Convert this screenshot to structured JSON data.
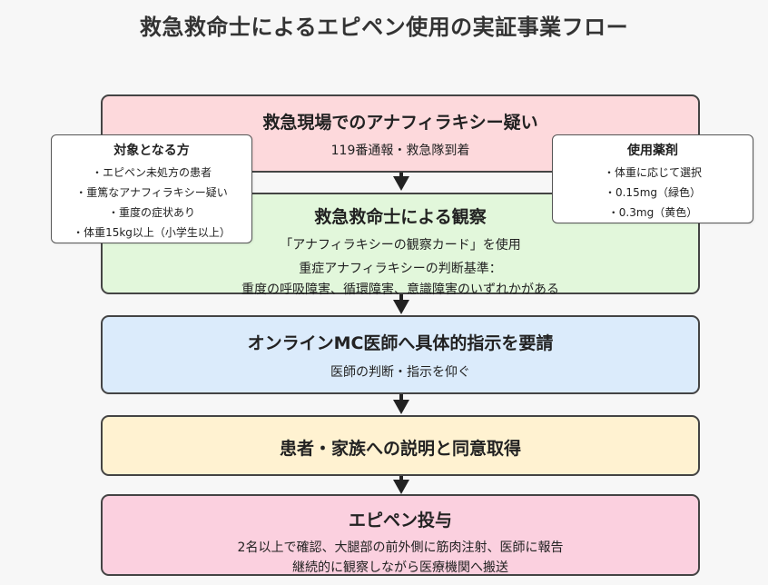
{
  "title": "救急救命士によるエピペン使用の実証事業フロー",
  "steps": [
    {
      "title": "救急現場でのアナフィラキシー疑い",
      "lines": [
        "119番通報・救急隊到着"
      ]
    },
    {
      "title": "救急救命士による観察",
      "lines": [
        "「アナフィラキシーの観察カード」を使用",
        "重症アナフィラキシーの判断基準：",
        "重度の呼吸障害、循環障害、意識障害のいずれかがある"
      ]
    },
    {
      "title": "オンラインMC医師へ具体的指示を要請",
      "lines": [
        "医師の判断・指示を仰ぐ"
      ]
    },
    {
      "title": "患者・家族への説明と同意取得",
      "lines": []
    },
    {
      "title": "エピペン投与",
      "lines": [
        "2名以上で確認、大腿部の前外側に筋肉注射、医師に報告",
        "継続的に観察しながら医療機関へ搬送"
      ]
    }
  ],
  "left_box": {
    "title": "対象となる方",
    "items": [
      "・エピペン未処方の患者",
      "・重篤なアナフィラキシー疑い",
      "・重度の症状あり",
      "・体重15kg以上（小学生以上）"
    ]
  },
  "right_box": {
    "title": "使用薬剤",
    "items": [
      "・体重に応じて選択",
      "・0.15mg（緑色）",
      "・0.3mg（黄色）"
    ]
  },
  "colors": {
    "step1": "#fdd9dc",
    "step2": "#e2f7db",
    "step3": "#dbebfb",
    "step4": "#fff2d1",
    "step5": "#fbd0df",
    "border": "#444444",
    "background": "#f7f7f7"
  }
}
